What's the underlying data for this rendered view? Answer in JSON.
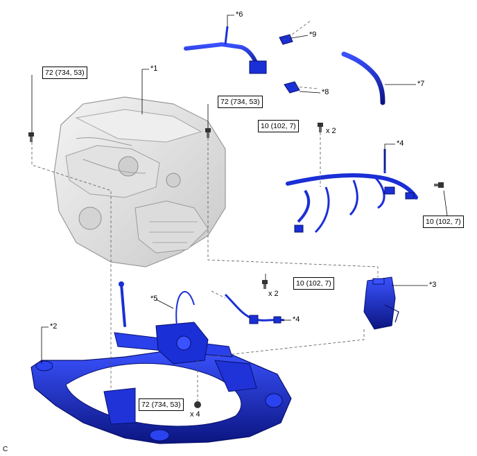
{
  "callouts": {
    "c1": "*1",
    "c2": "*2",
    "c3": "*3",
    "c4a": "*4",
    "c4b": "*4",
    "c5": "*5",
    "c6": "*6",
    "c7": "*7",
    "c8": "*8",
    "c9": "*9"
  },
  "torques": {
    "t_engine_left": "72 (734, 53)",
    "t_engine_right": "72 (734, 53)",
    "t_harness_top": "10 (102, 7)",
    "t_harness_right": "10 (102, 7)",
    "t_harness_mid": "10 (102, 7)",
    "t_subframe": "72 (734, 53)"
  },
  "multipliers": {
    "m_harness_top": "x 2",
    "m_harness_mid": "x 2",
    "m_subframe": "x 4"
  },
  "corner_label": "C",
  "colors": {
    "part_blue": "#1a2fd6",
    "part_dark": "#0b1580",
    "engine_gray": "#d8d8d8",
    "engine_line": "#9a9a9a"
  }
}
